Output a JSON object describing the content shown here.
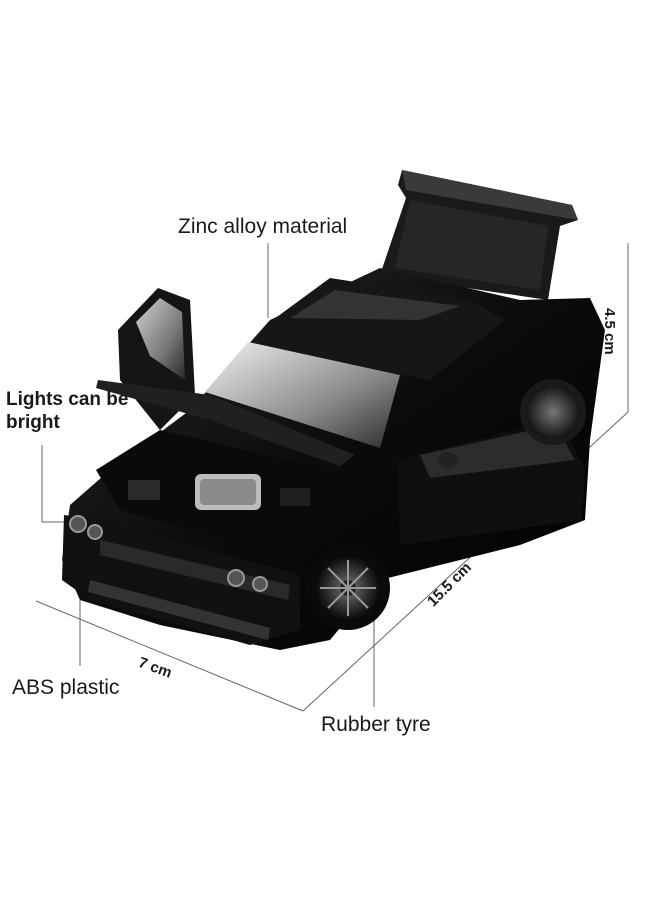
{
  "labels": {
    "zinc": "Zinc alloy material",
    "lights_line1": "Lights can be",
    "lights_line2": "bright",
    "abs": "ABS plastic",
    "rubber": "Rubber tyre"
  },
  "dimensions": {
    "height": "4.5 cm",
    "length": "15.5 cm",
    "width": "7 cm"
  },
  "colors": {
    "car_body": "#0d0d0d",
    "line": "#555555",
    "background": "#ffffff"
  }
}
